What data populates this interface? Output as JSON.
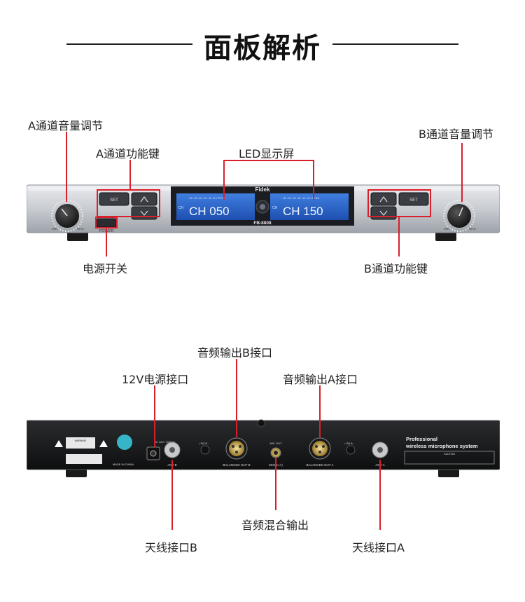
{
  "header": {
    "title": "面板解析"
  },
  "front_panel": {
    "brand": "Fidek",
    "model": "FB-8808",
    "lcd_a_text": "CH 050",
    "lcd_b_text": "CH 150",
    "lcd_side_label": "CH",
    "set_label": "SET",
    "power_label": "POWER",
    "knob_min": "MIN",
    "knob_max": "MAX"
  },
  "front_labels": {
    "a_volume": "A通道音量调节",
    "a_function": "A通道功能键",
    "led_display": "LED显示屏",
    "b_volume": "B通道音量调节",
    "power_switch": "电源开关",
    "b_function": "B通道功能键"
  },
  "rear_labels": {
    "audio_out_b": "音频输出B接口",
    "power_12v": "12V电源接口",
    "audio_out_a": "音频输出A接口",
    "mix_out": "音频混合输出",
    "antenna_b": "天线接口B",
    "antenna_a": "天线接口A"
  },
  "rear_panel": {
    "warning": "WARNING",
    "dc_spec": "DC 12V / 500mA",
    "made_in": "MADE IN CHINA",
    "ant_b": "ANT-B",
    "ant_a": "ANT-A",
    "balanced_out_b": "BALANCED OUT B",
    "balanced_out_a": "BALANCED OUT A",
    "mix_out": "MIX(B+A)",
    "mic_out": "MIC OUT",
    "sq_b": "• SQ B -",
    "sq_a": "• SQ A -",
    "product_line1": "Professional",
    "product_line2": "wireless microphone system",
    "caution": "CAUTION"
  }
}
